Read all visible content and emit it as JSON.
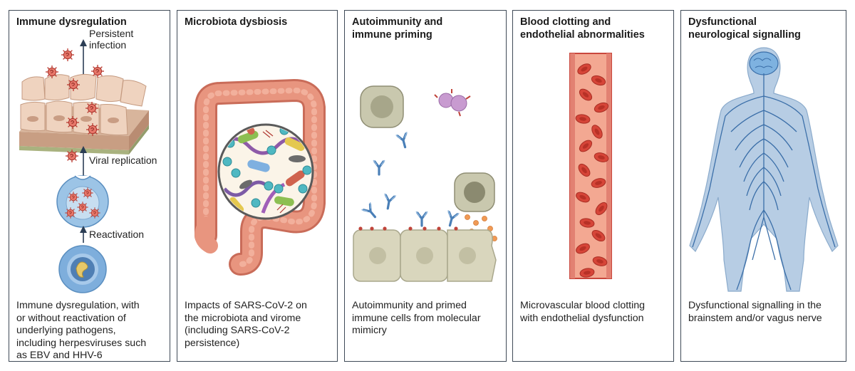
{
  "panels": [
    {
      "title": "Immune dysregulation",
      "caption": "Immune dysregulation, with\nor without reactivation of\nunderlying pathogens,\nincluding herpesviruses such\nas EBV and HHV-6",
      "labels": {
        "persistent": "Persistent\ninfection",
        "replication": "Viral replication",
        "reactivation": "Reactivation"
      }
    },
    {
      "title": "Microbiota dysbiosis",
      "caption": "Impacts of SARS-CoV-2 on\nthe microbiota and virome\n(including SARS-CoV-2\npersistence)"
    },
    {
      "title": "Autoimmunity and\nimmune priming",
      "caption": "Autoimmunity and primed\nimmune cells from molecular\nmimicry"
    },
    {
      "title": "Blood clotting and\nendothelial abnormalities",
      "caption": "Microvascular blood clotting\nwith endothelial dysfunction"
    },
    {
      "title": "Dysfunctional\nneurological signalling",
      "caption": "Dysfunctional signalling in the\nbrainstem and/or vagus nerve"
    }
  ],
  "colors": {
    "border": "#3f4a57",
    "virus": "#c0443a",
    "epithelium": "#e9c7b1",
    "antibody": "#4a7fb7",
    "gut": "#e28d78",
    "vessel": "#c9473d",
    "rbc": "#d64538",
    "nerve": "#3a6ea8",
    "body": "#b7cde4"
  },
  "icons": [
    "virus-icon",
    "epithelium-illustration",
    "infected-cell-icon",
    "latent-cell-icon",
    "colon-illustration",
    "microbiota-magnifier",
    "immune-cell-icon",
    "antibody-icon",
    "endothelial-cells",
    "blood-vessel-illustration",
    "red-blood-cell-icon",
    "human-nervous-system-illustration",
    "brain-icon"
  ]
}
